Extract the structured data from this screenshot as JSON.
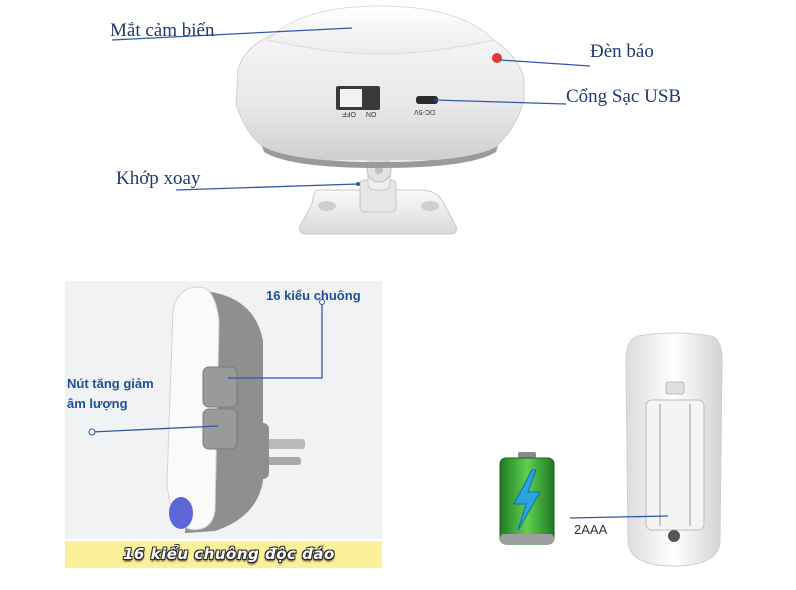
{
  "labels": {
    "sensor_eye": "Mắt cảm biến",
    "indicator_light": "Đèn báo",
    "usb_port": "Cổng Sạc USB",
    "swivel_joint": "Khớp xoay",
    "chime_16": "16 kiểu chuông",
    "volume_button_line1": "Nút tăng giảm",
    "volume_button_line2": "âm lượng",
    "battery_2aaa": "2AAA"
  },
  "device_text": {
    "switch_on": "ON",
    "switch_off": "OFF",
    "dc_5v": "DC-5V"
  },
  "banner": {
    "text": "16 kiểu chuông độc đáo"
  },
  "colors": {
    "label_text": "#1f3b6e",
    "leader_line": "#2f5aa8",
    "banner_bg": "#fbf19a",
    "indicator_red": "#e53935",
    "battery_green": "#3fae3a",
    "bolt_blue": "#2aa3e0",
    "led_blue": "#5b67d6"
  },
  "icons": {
    "battery": "battery-charging-icon"
  }
}
